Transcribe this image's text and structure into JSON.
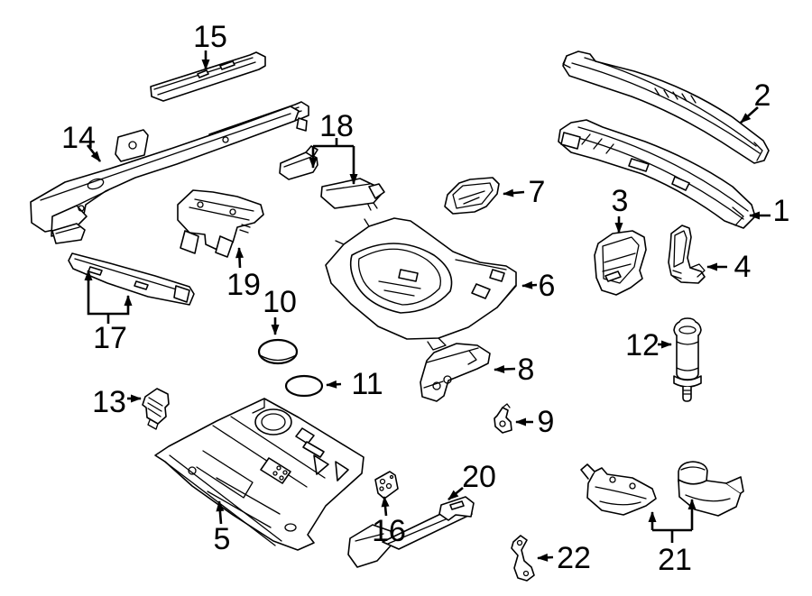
{
  "diagram": {
    "kind": "auto-parts-callout-diagram",
    "background_color": "#ffffff",
    "line_color": "#000000",
    "callouts": [
      {
        "number": "1"
      },
      {
        "number": "2"
      },
      {
        "number": "3"
      },
      {
        "number": "4"
      },
      {
        "number": "5"
      },
      {
        "number": "6"
      },
      {
        "number": "7"
      },
      {
        "number": "8"
      },
      {
        "number": "9"
      },
      {
        "number": "10"
      },
      {
        "number": "11"
      },
      {
        "number": "12"
      },
      {
        "number": "13"
      },
      {
        "number": "14"
      },
      {
        "number": "15"
      },
      {
        "number": "16"
      },
      {
        "number": "17"
      },
      {
        "number": "18"
      },
      {
        "number": "19"
      },
      {
        "number": "20"
      },
      {
        "number": "21"
      },
      {
        "number": "22"
      }
    ]
  }
}
